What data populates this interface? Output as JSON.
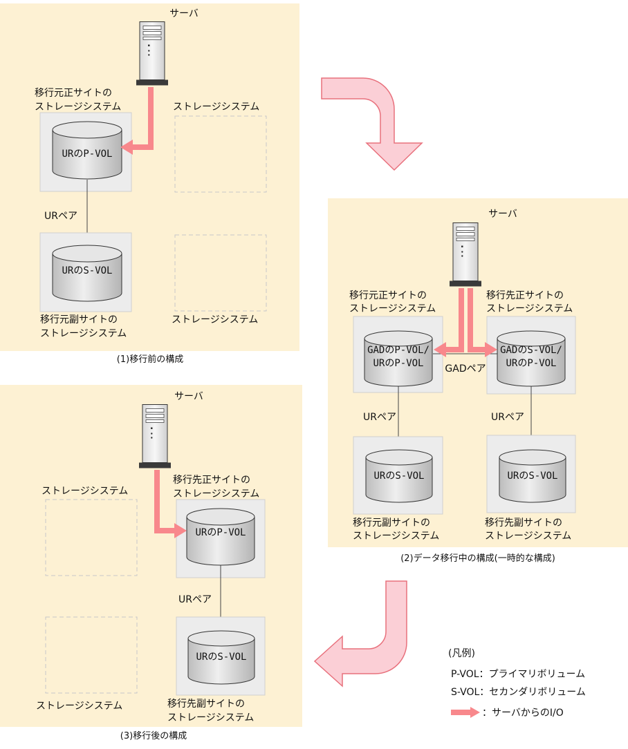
{
  "panel1": {
    "caption": "(1)移行前の構成",
    "server": "サーバ",
    "primary_site": [
      "移行元正サイトの",
      "ストレージシステム"
    ],
    "p_vol": "URのP-VOL",
    "pair": "URペア",
    "s_vol": "URのS-VOL",
    "secondary_site": [
      "移行元副サイトの",
      "ストレージシステム"
    ],
    "placeholder_top": "ストレージシステム",
    "placeholder_bottom": "ストレージシステム"
  },
  "panel2": {
    "caption": "(2)データ移行中の構成(一時的な構成)",
    "server": "サーバ",
    "source_primary": [
      "移行元正サイトの",
      "ストレージシステム"
    ],
    "target_primary": [
      "移行先正サイトの",
      "ストレージシステム"
    ],
    "source_vol": [
      "GADのP-VOL/",
      "URのP-VOL"
    ],
    "target_vol": [
      "GADのS-VOL/",
      "URのP-VOL"
    ],
    "gad_pair": "GADペア",
    "ur_pair_left": "URペア",
    "ur_pair_right": "URペア",
    "source_s_vol": "URのS-VOL",
    "target_s_vol": "URのS-VOL",
    "source_secondary": [
      "移行元副サイトの",
      "ストレージシステム"
    ],
    "target_secondary": [
      "移行先副サイトの",
      "ストレージシステム"
    ]
  },
  "panel3": {
    "caption": "(3)移行後の構成",
    "server": "サーバ",
    "primary_site": [
      "移行先正サイトの",
      "ストレージシステム"
    ],
    "p_vol": "URのP-VOL",
    "pair": "URペア",
    "s_vol": "URのS-VOL",
    "secondary_site": [
      "移行先副サイトの",
      "ストレージシステム"
    ],
    "placeholder_top": "ストレージシステム",
    "placeholder_bottom": "ストレージシステム"
  },
  "legend": {
    "title": "(凡例)",
    "p_vol": "P-VOL：プライマリボリューム",
    "s_vol": "S-VOL：セカンダリボリューム",
    "io": "：サーバからのI/O"
  },
  "colors": {
    "panel_bg": "#fdf1d3",
    "storage_bg": "#ececec",
    "io_arrow": "#f8888c",
    "flow_arrow_fill": "#fbcfd6",
    "flow_arrow_stroke": "#e8707c"
  }
}
